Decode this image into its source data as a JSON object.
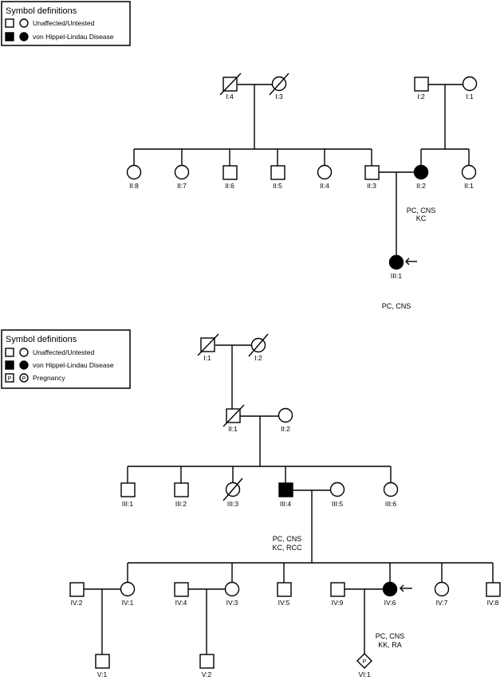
{
  "pedigree1": {
    "legend": {
      "title": "Symbol definitions",
      "unaffected": "Unaffected/Untested",
      "affected": "von Hippel-Lindau Disease"
    },
    "labels": {
      "I4": "I:4",
      "I3": "I:3",
      "I2": "I:2",
      "I1": "I:1",
      "II8": "II:8",
      "II7": "II:7",
      "II6": "II:6",
      "II5": "II:5",
      "II4": "II:4",
      "II3": "II:3",
      "II2": "II:2",
      "II1": "II:1",
      "III1": "III:1"
    },
    "notes": {
      "ii2_line1": "PC, CNS",
      "ii2_line2": "KC",
      "iii1": "PC, CNS"
    }
  },
  "pedigree2": {
    "legend": {
      "title": "Symbol definitions",
      "unaffected": "Unaffected/Untested",
      "affected": "von Hippel-Lindau Disease",
      "pregnancy": "Pregnancy",
      "p_mark": "P"
    },
    "labels": {
      "I1": "I:1",
      "I2": "I:2",
      "II1": "II:1",
      "II2": "II:2",
      "III1": "III:1",
      "III2": "III:2",
      "III3": "III:3",
      "III4": "III:4",
      "III5": "III:5",
      "III6": "III:6",
      "IV2": "IV:2",
      "IV1": "IV:1",
      "IV4": "IV:4",
      "IV3": "IV:3",
      "IV5": "IV:5",
      "IV9": "IV:9",
      "IV6": "IV:6",
      "IV7": "IV:7",
      "IV8": "IV:8",
      "V1": "V:1",
      "V2": "V:2",
      "VI1": "VI:1"
    },
    "notes": {
      "iii4_line1": "PC, CNS",
      "iii4_line2": "KC, RCC",
      "iv6_line1": "PC, CNS",
      "iv6_line2": "KK, RA"
    }
  }
}
